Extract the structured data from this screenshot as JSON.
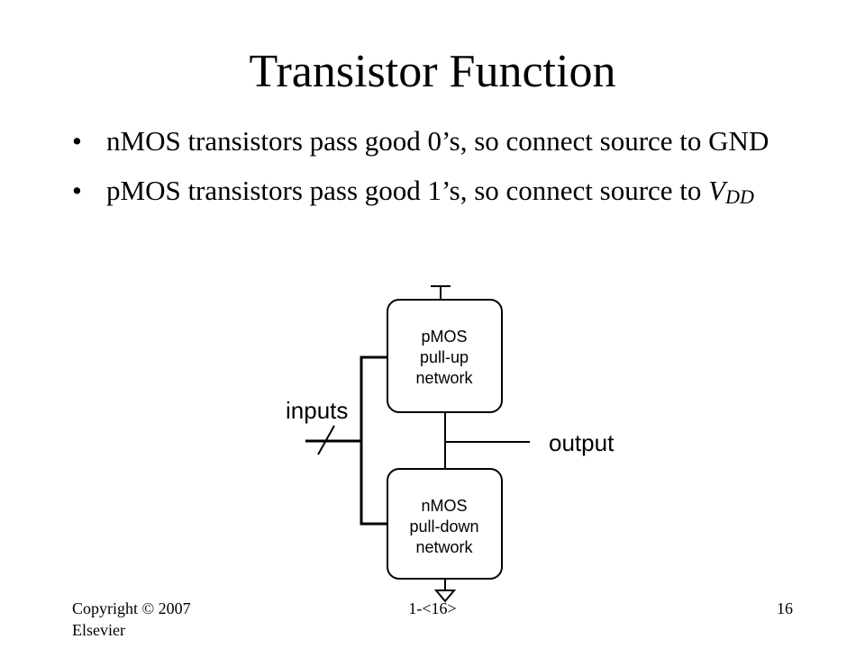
{
  "slide": {
    "title": "Transistor Function",
    "bullets": [
      {
        "mark": "•",
        "text": "nMOS transistors pass good 0’s, so connect source to GND"
      },
      {
        "mark": "•",
        "text_before": "pMOS transistors pass good 1’s, so connect source to ",
        "v": "V",
        "dd": "DD"
      }
    ]
  },
  "diagram": {
    "pullup": {
      "line1": "pMOS",
      "line2": "pull-up",
      "line3": "network"
    },
    "pulldown": {
      "line1": "nMOS",
      "line2": "pull-down",
      "line3": "network"
    },
    "inputs_label": "inputs",
    "output_label": "output"
  },
  "footer": {
    "copyright_line1": "Copyright © 2007",
    "copyright_line2": "Elsevier",
    "chapter": "1-<16>",
    "page_number": "16"
  }
}
